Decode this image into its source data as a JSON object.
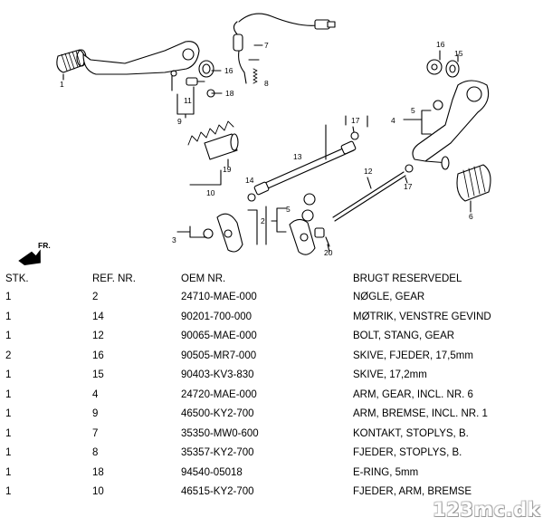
{
  "diagram": {
    "callouts": [
      "1",
      "2",
      "3",
      "4",
      "5",
      "5",
      "6",
      "7",
      "8",
      "9",
      "10",
      "11",
      "12",
      "13",
      "14",
      "15",
      "16",
      "16",
      "17",
      "17",
      "18",
      "19",
      "20"
    ],
    "front_label": "FR."
  },
  "table": {
    "headers": {
      "stk": "STK.",
      "ref": "REF. NR.",
      "oem": "OEM NR.",
      "desc": "BRUGT RESERVEDEL"
    },
    "rows": [
      {
        "stk": "1",
        "ref": "2",
        "oem": "24710-MAE-000",
        "desc": "NØGLE, GEAR"
      },
      {
        "stk": "1",
        "ref": "14",
        "oem": "90201-700-000",
        "desc": "MØTRIK, VENSTRE GEVIND"
      },
      {
        "stk": "1",
        "ref": "12",
        "oem": "90065-MAE-000",
        "desc": "BOLT, STANG, GEAR"
      },
      {
        "stk": "2",
        "ref": "16",
        "oem": "90505-MR7-000",
        "desc": "SKIVE, FJEDER, 17,5mm"
      },
      {
        "stk": "1",
        "ref": "15",
        "oem": "90403-KV3-830",
        "desc": "SKIVE, 17,2mm"
      },
      {
        "stk": "1",
        "ref": "4",
        "oem": "24720-MAE-000",
        "desc": "ARM, GEAR, INCL. NR. 6"
      },
      {
        "stk": "1",
        "ref": "9",
        "oem": "46500-KY2-700",
        "desc": "ARM, BREMSE, INCL. NR. 1"
      },
      {
        "stk": "1",
        "ref": "7",
        "oem": "35350-MW0-600",
        "desc": "KONTAKT, STOPLYS, B."
      },
      {
        "stk": "1",
        "ref": "8",
        "oem": "35357-KY2-700",
        "desc": "FJEDER, STOPLYS, B."
      },
      {
        "stk": "1",
        "ref": "18",
        "oem": "94540-05018",
        "desc": "E-RING, 5mm"
      },
      {
        "stk": "1",
        "ref": "10",
        "oem": "46515-KY2-700",
        "desc": "FJEDER, ARM, BREMSE"
      }
    ]
  },
  "watermark": "123mc.dk"
}
